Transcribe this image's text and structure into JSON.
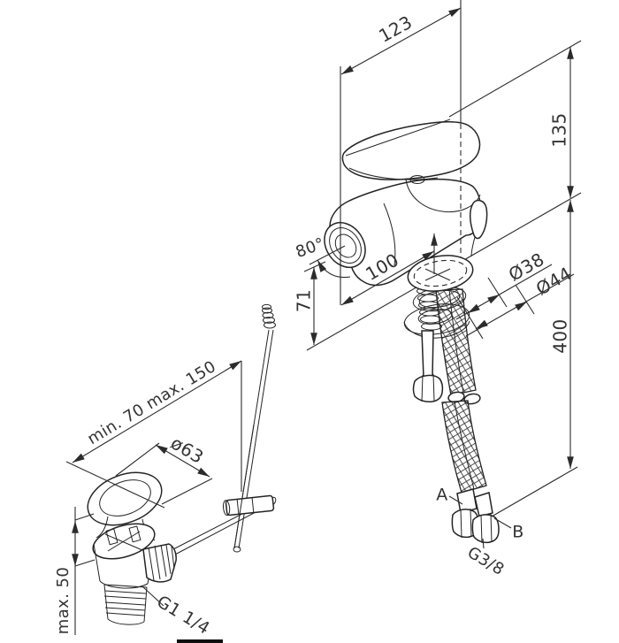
{
  "drawing": {
    "type": "faucet installation drawing",
    "background": "#ffffff",
    "line_color": "#242424",
    "text_color": "#333333"
  },
  "dimensions": {
    "spout_reach": "123",
    "body_height": "135",
    "spout_angle": "80°",
    "spout_projection": "100",
    "spout_outlet_height": "71",
    "mounting_hole_dia": "Ø38",
    "base_dia": "Ø44",
    "hose_length": "400",
    "rod_adjust_range": "min. 70 max. 150",
    "plug_dia": "ø63",
    "deck_thickness_max": "max. 50"
  },
  "labels": {
    "hose_a": "A",
    "hose_b": "B",
    "hose_thread": "G3/8",
    "waste_thread": "G1 1/4"
  }
}
